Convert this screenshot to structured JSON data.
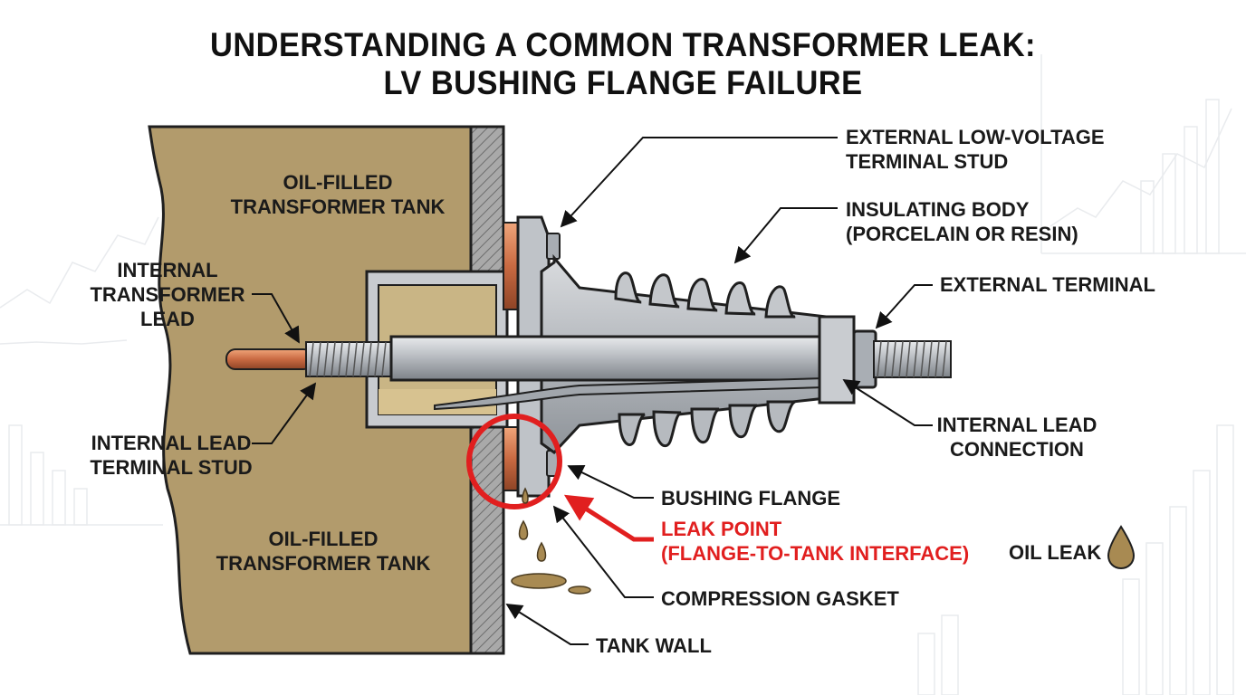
{
  "title": {
    "line1": "UNDERSTANDING A COMMON TRANSFORMER LEAK:",
    "line2": "LV BUSHING FLANGE FAILURE"
  },
  "labels": {
    "tank_top": [
      "OIL-FILLED",
      "TRANSFORMER TANK"
    ],
    "tank_bottom": [
      "OIL-FILLED",
      "TRANSFORMER TANK"
    ],
    "internal_lead": [
      "INTERNAL",
      "TRANSFORMER",
      "LEAD"
    ],
    "internal_stud": [
      "INTERNAL LEAD",
      "TERMINAL STUD"
    ],
    "external_lv_stud": [
      "EXTERNAL LOW-VOLTAGE",
      "TERMINAL STUD"
    ],
    "insulating_body": [
      "INSULATING BODY",
      "(PORCELAIN OR RESIN)"
    ],
    "external_terminal": "EXTERNAL TERMINAL",
    "internal_lead_connection": [
      "INTERNAL LEAD",
      "CONNECTION"
    ],
    "bushing_flange": "BUSHING FLANGE",
    "leak_point": [
      "LEAK POINT",
      "(FLANGE-TO-TANK INTERFACE)"
    ],
    "oil_leak": "OIL LEAK",
    "compression_gasket": "COMPRESSION GASKET",
    "tank_wall": "TANK WALL"
  },
  "colors": {
    "oil_tank": "#b29b6c",
    "tank_wall": "#9a9a9a",
    "metal": "#c4c7cb",
    "gasket": "#c96a42",
    "copper_lead": "#d0784a",
    "leak_red": "#e11f1f",
    "oil_drop": "#a88a52"
  },
  "icons": {
    "oil_drop": "oil-drop-icon"
  }
}
